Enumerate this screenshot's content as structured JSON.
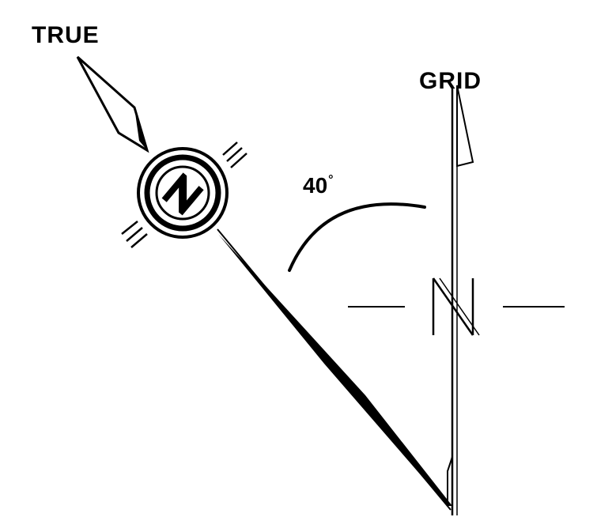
{
  "labels": {
    "true_north": "TRUE",
    "grid_north": "GRID",
    "angle_value": "40",
    "angle_unit": "°"
  },
  "diagram": {
    "angle_between_true_and_grid_deg": 40,
    "symbol_letter": "N",
    "ink_color": "#000000",
    "background_color": "#ffffff"
  }
}
